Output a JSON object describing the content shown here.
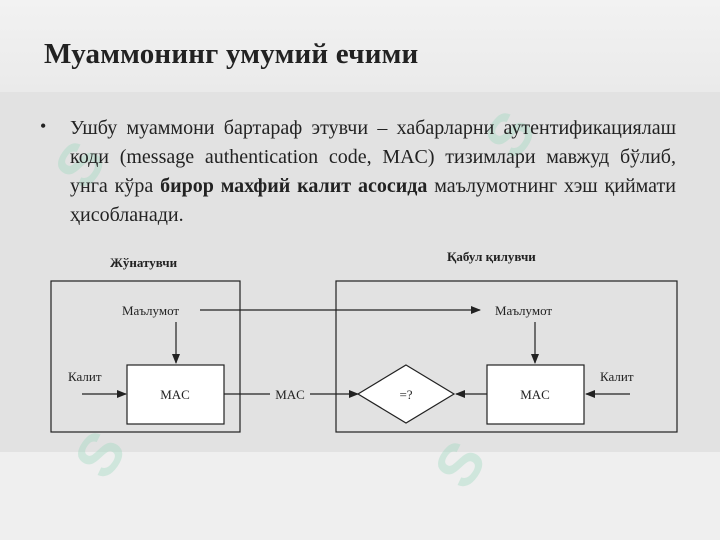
{
  "slide": {
    "title": "Муаммонинг умумий ечими",
    "bullet_symbol": "•",
    "paragraph": {
      "part1": "Ушбу муаммони бартараф этувчи – хабарларни аутентификациялаш коди (message authentication code, MAC) тизимлари мавжуд бўлиб, унга кўра ",
      "bold": "бирор махфий калит асосида",
      "part2": " маълумотнинг хэш қиймати ҳисобланади."
    }
  },
  "diagram": {
    "sender_label": "Жўнатувчи",
    "receiver_label": "Қабул қилувчи",
    "sender_data": "Маълумот",
    "receiver_data": "Маълумот",
    "sender_key": "Калит",
    "receiver_key": "Калит",
    "sender_mac": "MAC",
    "transmitted_mac": "MAC",
    "compare": "=?",
    "receiver_mac": "MAC"
  },
  "colors": {
    "line": "#222222",
    "box_fill": "#ffffff",
    "watermark": "#96d7b9"
  }
}
